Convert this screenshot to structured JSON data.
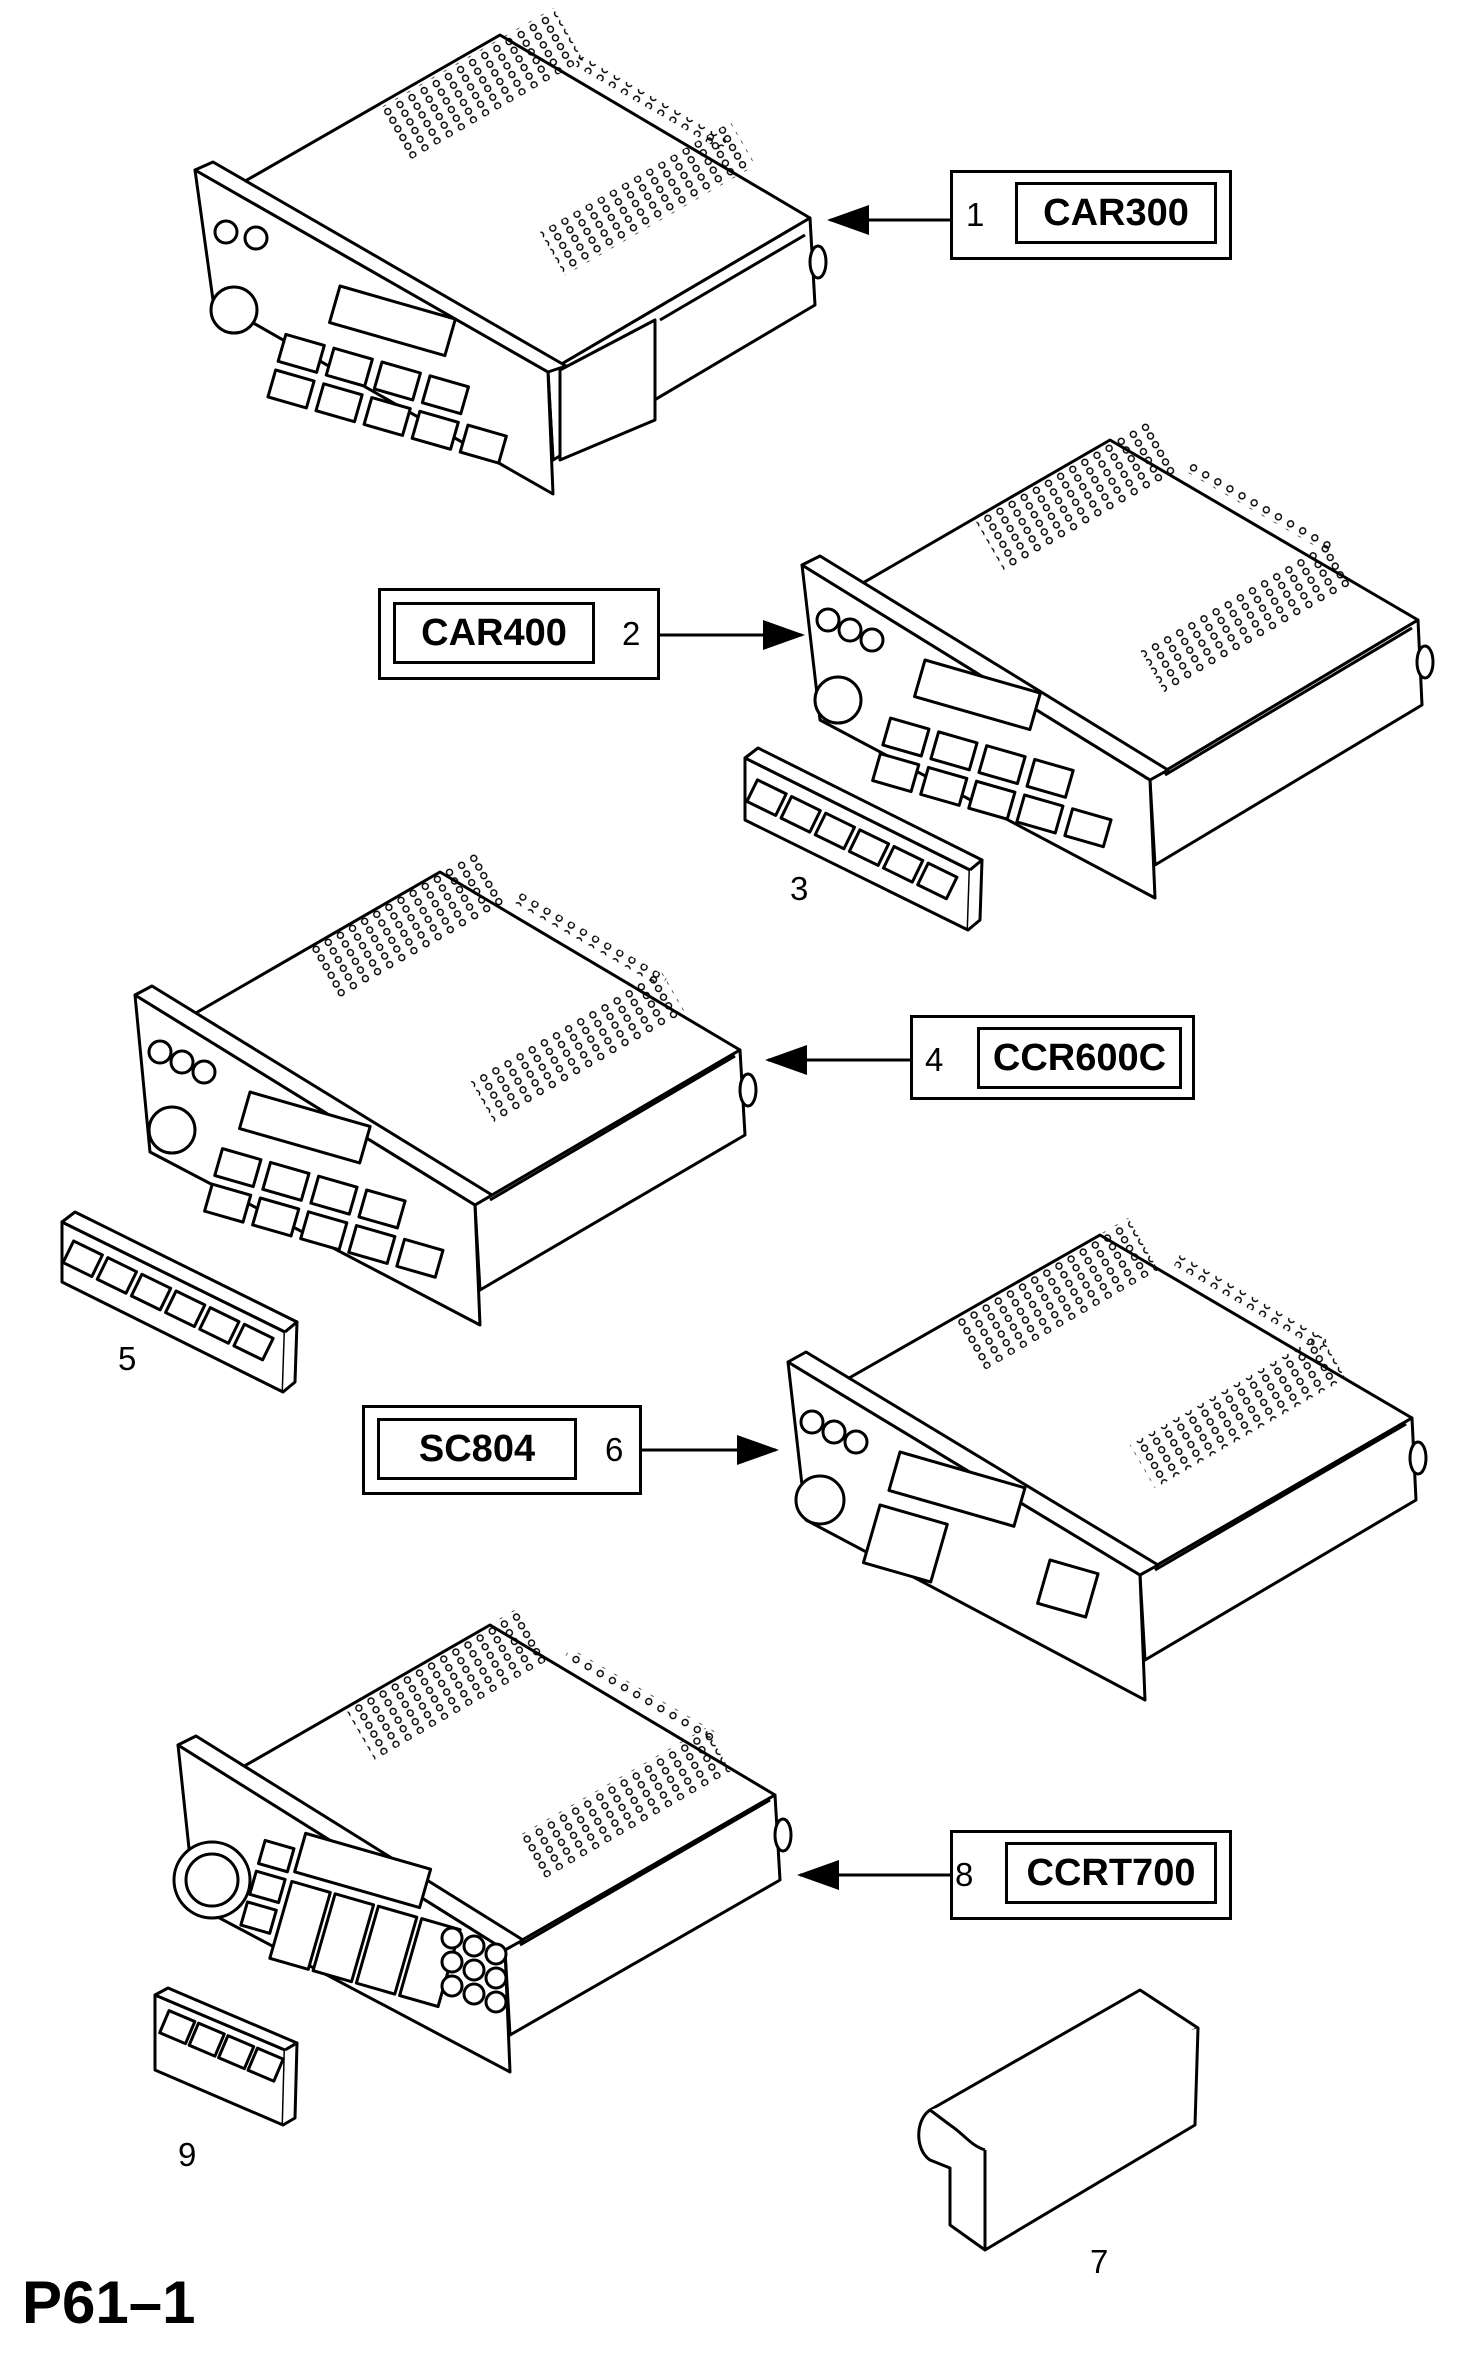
{
  "diagram": {
    "page_code": "P61–1",
    "models": [
      {
        "ref": "1",
        "name": "CAR300"
      },
      {
        "ref": "2",
        "name": "CAR400"
      },
      {
        "ref": "4",
        "name": "CCR600C"
      },
      {
        "ref": "6",
        "name": "SC804"
      },
      {
        "ref": "8",
        "name": "CCRT700"
      }
    ],
    "part_labels": [
      {
        "ref": "3"
      },
      {
        "ref": "5"
      },
      {
        "ref": "7"
      },
      {
        "ref": "9"
      }
    ]
  }
}
